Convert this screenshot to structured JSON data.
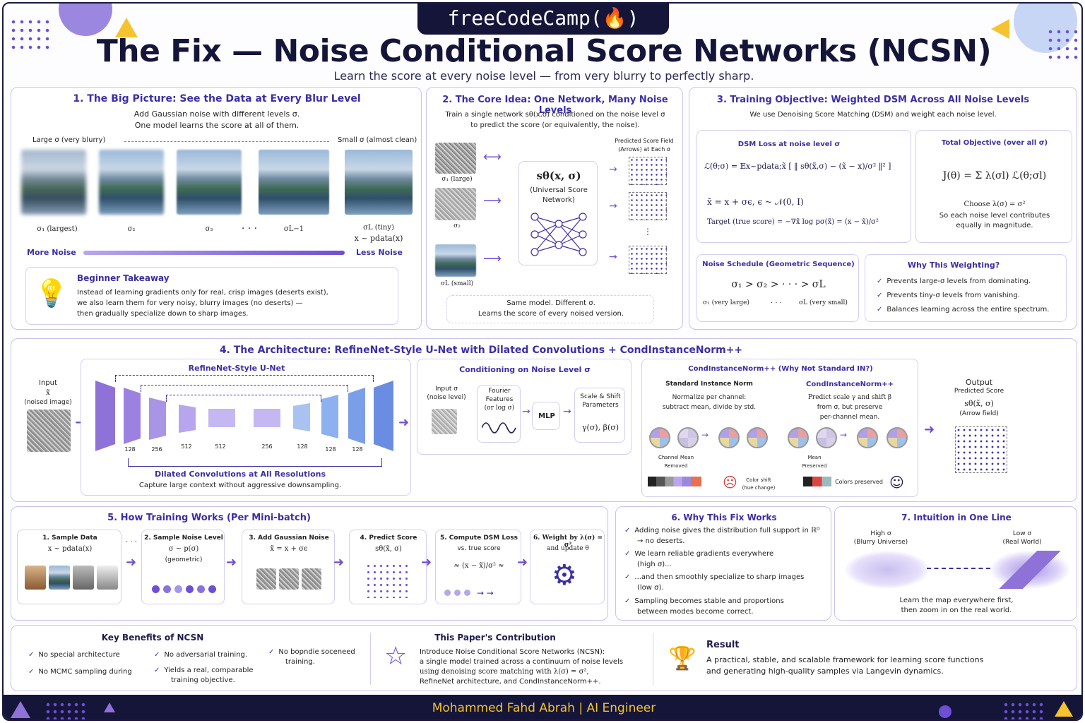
{
  "brand": "freeCodeCamp(🔥)",
  "title": "The Fix — Noise Conditional Score Networks (NCSN)",
  "subtitle": "Learn the score at every noise level — from very blurry to perfectly sharp.",
  "s1": {
    "title": "1.  The Big Picture: See the Data at Every Blur Level",
    "l1": "Add Gaussian noise with different levels σ.",
    "l2": "One model learns the score at all of them.",
    "large": "Large σ (very blurry)",
    "small": "Small σ (almost clean)",
    "labels": [
      "σ₁  (largest)",
      "σ₂",
      "σ₃",
      "· · ·",
      "σL−1",
      "σL (tiny)"
    ],
    "pdata": "x ~ pdata(x)",
    "more": "More Noise",
    "less": "Less Noise",
    "take_title": "Beginner Takeaway",
    "take1": "Instead of learning gradients only for real, crisp images (deserts exist),",
    "take2": "we also learn them for very noisy, blurry images (no deserts) —",
    "take3": "then gradually specialize down to sharp images."
  },
  "s2": {
    "title": "2. The Core Idea: One Network, Many Noise Levels",
    "l1": "Train a single network sθ(x,σ) conditioned on the noise level  σ",
    "l2": "to predict the score (or equivalently, the noise).",
    "field": "Predicted Score Field",
    "field2": "(Arrows) at Each σ",
    "net": "sθ(x, σ)",
    "net2": "(Universal Score",
    "net3": "Network)",
    "s1": "σ₁ (large)",
    "s2": "σ₂",
    "sL": "σL (small)",
    "b1": "Same model. Different σ.",
    "b2": "Learns the score of every noised version."
  },
  "s3": {
    "title": "3. Training Objective: Weighted DSM Across All Noise Levels",
    "l1": "We use Denoising Score Matching (DSM) and weight each noise level.",
    "dsm": "DSM Loss at noise level σ",
    "loss": "ℒ(θ;σ) = 𝔼x~pdata;x̃ [ ‖ sθ(x̃,σ) − (x̃ − x)/σ² ‖² ]",
    "noise": "x̃ = x + σϵ,   ϵ ~ 𝒩(0, I)",
    "target": "Target (true score)  =  −∇x̃ log pσ(x̃)  =  (x − x̃)/σ²",
    "tot": "Total Objective (over all σ)",
    "J": "J(θ) = Σ λ(σl) ℒ(θ;σl)",
    "lam": "Choose  λ(σ) = σ²",
    "lam2": "So each noise level contributes",
    "lam3": "equally in magnitude.",
    "sched": "Noise Schedule (Geometric Sequence)",
    "seq": "σ₁  >  σ₂  >  · · ·  >  σL",
    "seqa": "σ₁  (very large)",
    "seqb": "· · ·",
    "seqc": "σL  (very small)",
    "why": "Why This Weighting?",
    "w1": "Prevents large-σ levels from dominating.",
    "w2": "Prevents tiny-σ levels from vanishing.",
    "w3": "Balances learning across the entire spectrum."
  },
  "s4": {
    "title": "4. The Architecture: RefineNet-Style U-Net with Dilated Convolutions + CondInstanceNorm++",
    "input": "Input",
    "xt": "x̃",
    "in2": "(noised image)",
    "unet": "RefineNet-Style U-Net",
    "ch": [
      "128",
      "256",
      "512",
      "512",
      "256",
      "128",
      "128",
      "128"
    ],
    "dil": "Dilated Convolutions at All Resolutions",
    "dil2": "Capture large context without aggressive downsampling.",
    "cond": "Conditioning on Noise Level  σ",
    "cin": "Input σ",
    "cin2": "(noise level)",
    "ff": "Fourier",
    "ff2": "Features",
    "ff3": "(or log σ)",
    "mlp": "MLP",
    "ss": "Scale & Shift",
    "ss2": "Parameters",
    "ssv": "γ(σ), β(σ)",
    "cin_t": "CondInstanceNorm++ (Why Not Standard IN?)",
    "std": "Standard Instance Norm",
    "std1": "Normalize per channel:",
    "std2": "subtract mean, divide by std.",
    "cmr": "Channel Mean",
    "cmr2": "Removed",
    "cs": "Color shift",
    "cs2": "(hue change)",
    "cpp": "CondInstanceNorm++",
    "cpp1": "Predict scale γ and shift β",
    "cpp2": "from σ, but preserve",
    "cpp3": "per-channel mean.",
    "mp": "Mean",
    "mp2": "Preserved",
    "cp": "Colors preserved",
    "out": "Output",
    "out2": "Predicted Score",
    "out3": "sθ(x̃, σ)",
    "out4": "(Arrow field)"
  },
  "s5": {
    "title": "5. How Training Works (Per Mini-batch)",
    "st1": "1. Sample Data",
    "st1b": "x ~ pdata(x)",
    "st2": "2. Sample Noise Level",
    "st2b": "σ ~ p(σ)",
    "st2c": "(geometric)",
    "st3": "3. Add Gaussian Noise",
    "st3b": "x̃  =  x  +  σϵ",
    "st4": "4. Predict Score",
    "st4b": "sθ(x̃, σ)",
    "st5": "5. Compute DSM Loss",
    "st5b": "vs. true score",
    "st5c": "≈ (x − x̃)/σ² ≈",
    "st6": "6. Weight by λ(σ) = σ²",
    "st6b": "and update θ",
    "dots": "· · ·"
  },
  "s6": {
    "title": "6. Why This Fix Works",
    "a1": "Adding noise gives the distribution full support in ℝᴰ",
    "a1b": "→ no deserts.",
    "a2": "We learn reliable gradients everywhere",
    "a2b": "(high σ)...",
    "a3": "...and then smoothly specialize to sharp images",
    "a3b": "(low σ).",
    "a4": "Sampling becomes stable and proportions",
    "a4b": "between modes become correct."
  },
  "s7": {
    "title": "7. Intuition in One Line",
    "hi": "High σ",
    "hi2": "(Blurry Universe)",
    "lo": "Low σ",
    "lo2": "(Real World)",
    "l1": "Learn the map everywhere first,",
    "l2": "then zoom in on the real world."
  },
  "s8": {
    "title": "Key Benefits of NCSN",
    "b1": "No special architecture",
    "b2": "No MCMC sampling during",
    "b3": "No adversarial training.",
    "b4": "Yields a real, comparable",
    "b4b": "training objective.",
    "b5": "No bopndie soceneed",
    "b5b": "training.",
    "ctitle": "This Paper's Contribution",
    "c1": "Introduce Noise Conditional Score Networks (NCSN):",
    "c2": "a single model trained across a continuum of noise levels",
    "c3": "using denoising score matching with  λ(σ) = σ²,",
    "c4": "RefineNet architecture, and CondInstanceNorm++.",
    "rtitle": "Result",
    "r1": "A practical, stable, and scalable framework for learning score functions",
    "r2": "and generating high-quality samples via Langevin dynamics."
  },
  "footer": "Mohammed Fahd Abrah | AI Engineer"
}
